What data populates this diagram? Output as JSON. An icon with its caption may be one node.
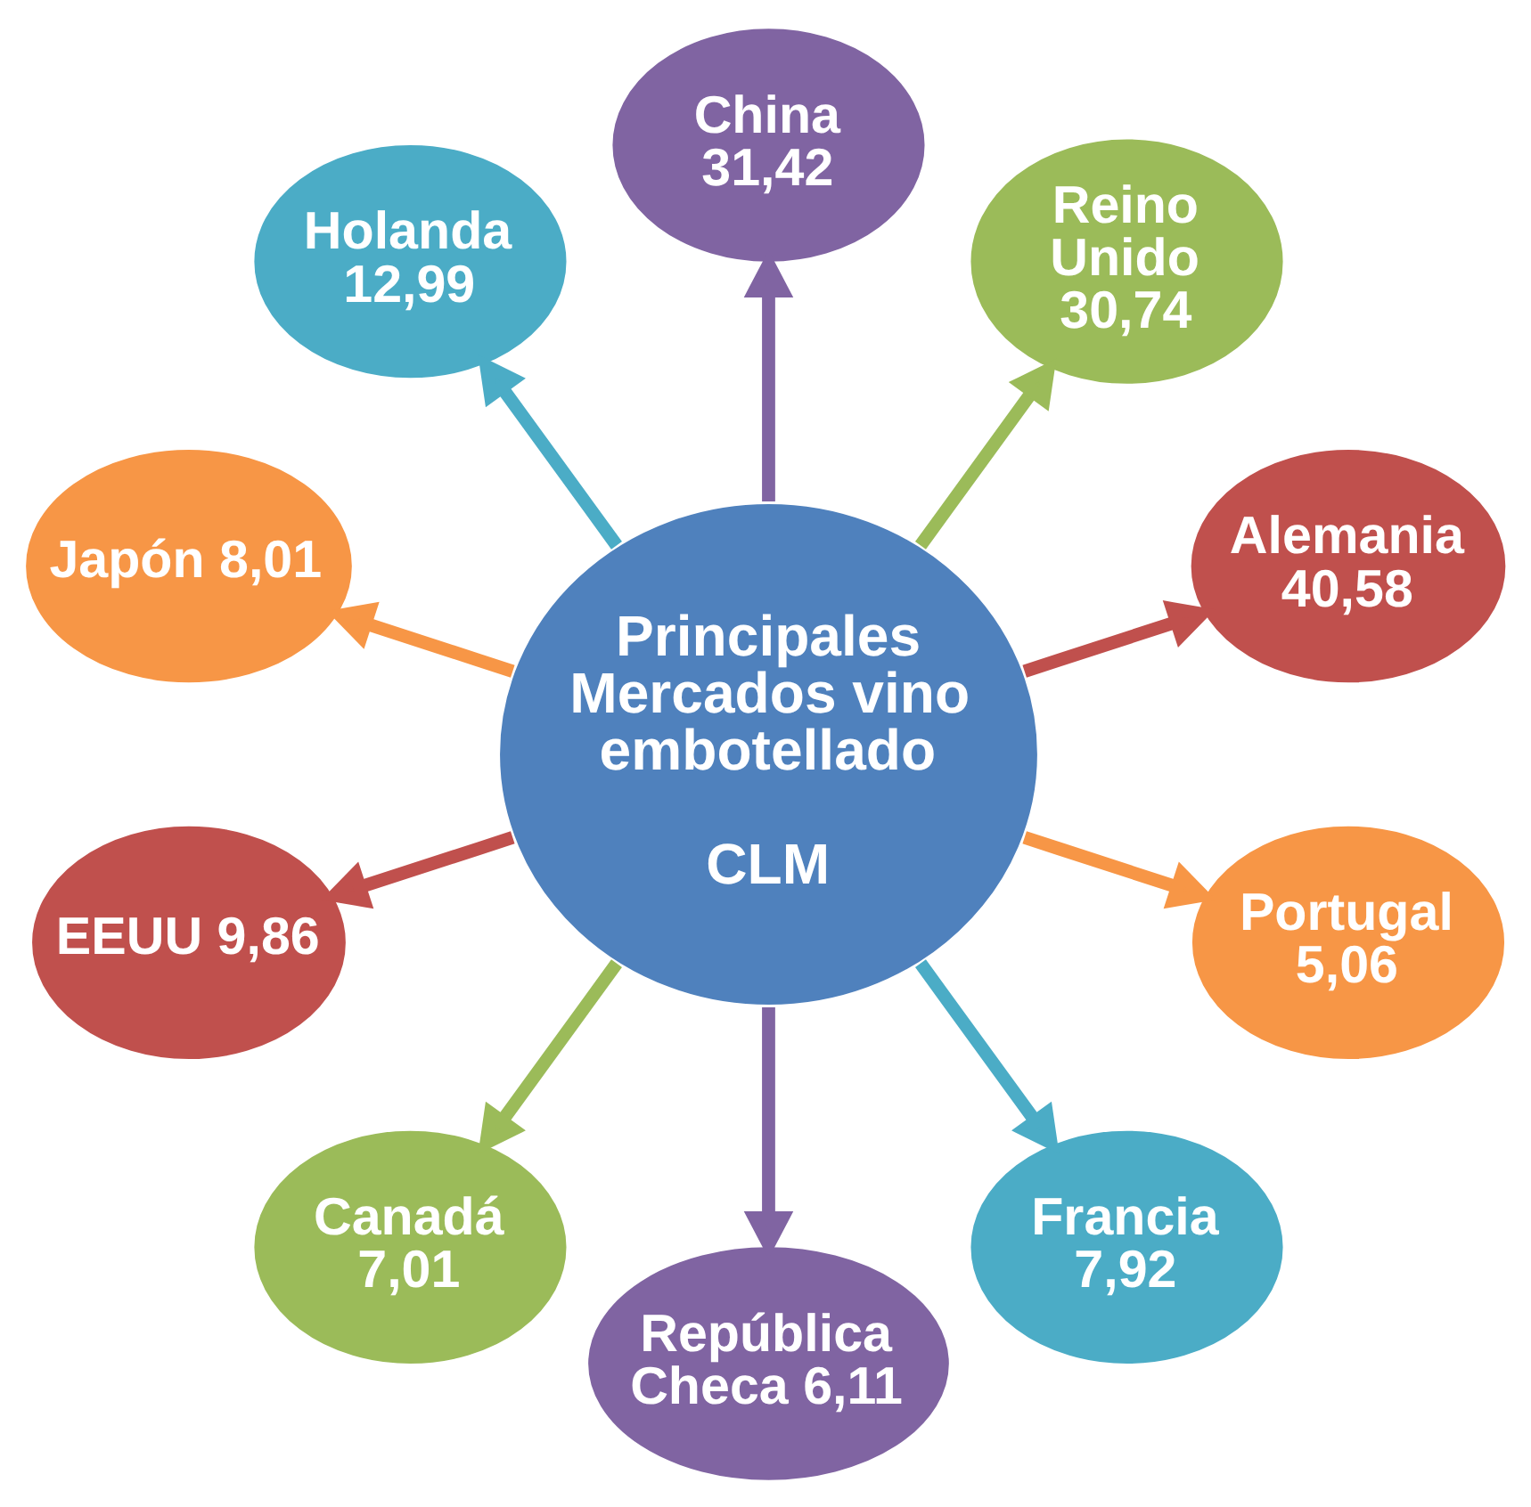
{
  "diagram": {
    "nodes": [
      {
        "text": [
          "Principales Mercados vino embotellado",
          "CLM"
        ]
      },
      {
        "text": [
          "Alemania 40,58"
        ]
      },
      {
        "text": [
          "Reino Unido 30,74"
        ]
      },
      {
        "text": [
          "China 31,42"
        ]
      },
      {
        "text": [
          "Holanda 12,99"
        ]
      },
      {
        "text": [
          "Japón 8,01"
        ]
      },
      {
        "text": [
          "EEUU 9,86"
        ]
      },
      {
        "text": [
          "Canadá 7,01"
        ]
      },
      {
        "text": [
          "República Checa 6,11"
        ]
      },
      {
        "text": [
          "Francia 7,92"
        ]
      },
      {
        "text": [
          "Portugal 5,06"
        ]
      }
    ],
    "edges": [
      {
        "from": 0,
        "to": 1,
        "arrow": "to",
        "color": "#c0504d"
      },
      {
        "from": 0,
        "to": 2,
        "arrow": "to",
        "color": "#9bbb59"
      },
      {
        "from": 0,
        "to": 3,
        "arrow": "to",
        "color": "#8064a2"
      },
      {
        "from": 0,
        "to": 4,
        "arrow": "to",
        "color": "#4bacc6"
      },
      {
        "from": 0,
        "to": 5,
        "arrow": "to",
        "color": "#f79646"
      },
      {
        "from": 0,
        "to": 6,
        "arrow": "to",
        "color": "#c0504d"
      },
      {
        "from": 0,
        "to": 7,
        "arrow": "to",
        "color": "#9bbb59"
      },
      {
        "from": 0,
        "to": 8,
        "arrow": "to",
        "color": "#8064a2"
      },
      {
        "from": 0,
        "to": 9,
        "arrow": "to",
        "color": "#4bacc6"
      },
      {
        "from": 0,
        "to": 10,
        "arrow": "to",
        "color": "#f79646"
      }
    ]
  }
}
